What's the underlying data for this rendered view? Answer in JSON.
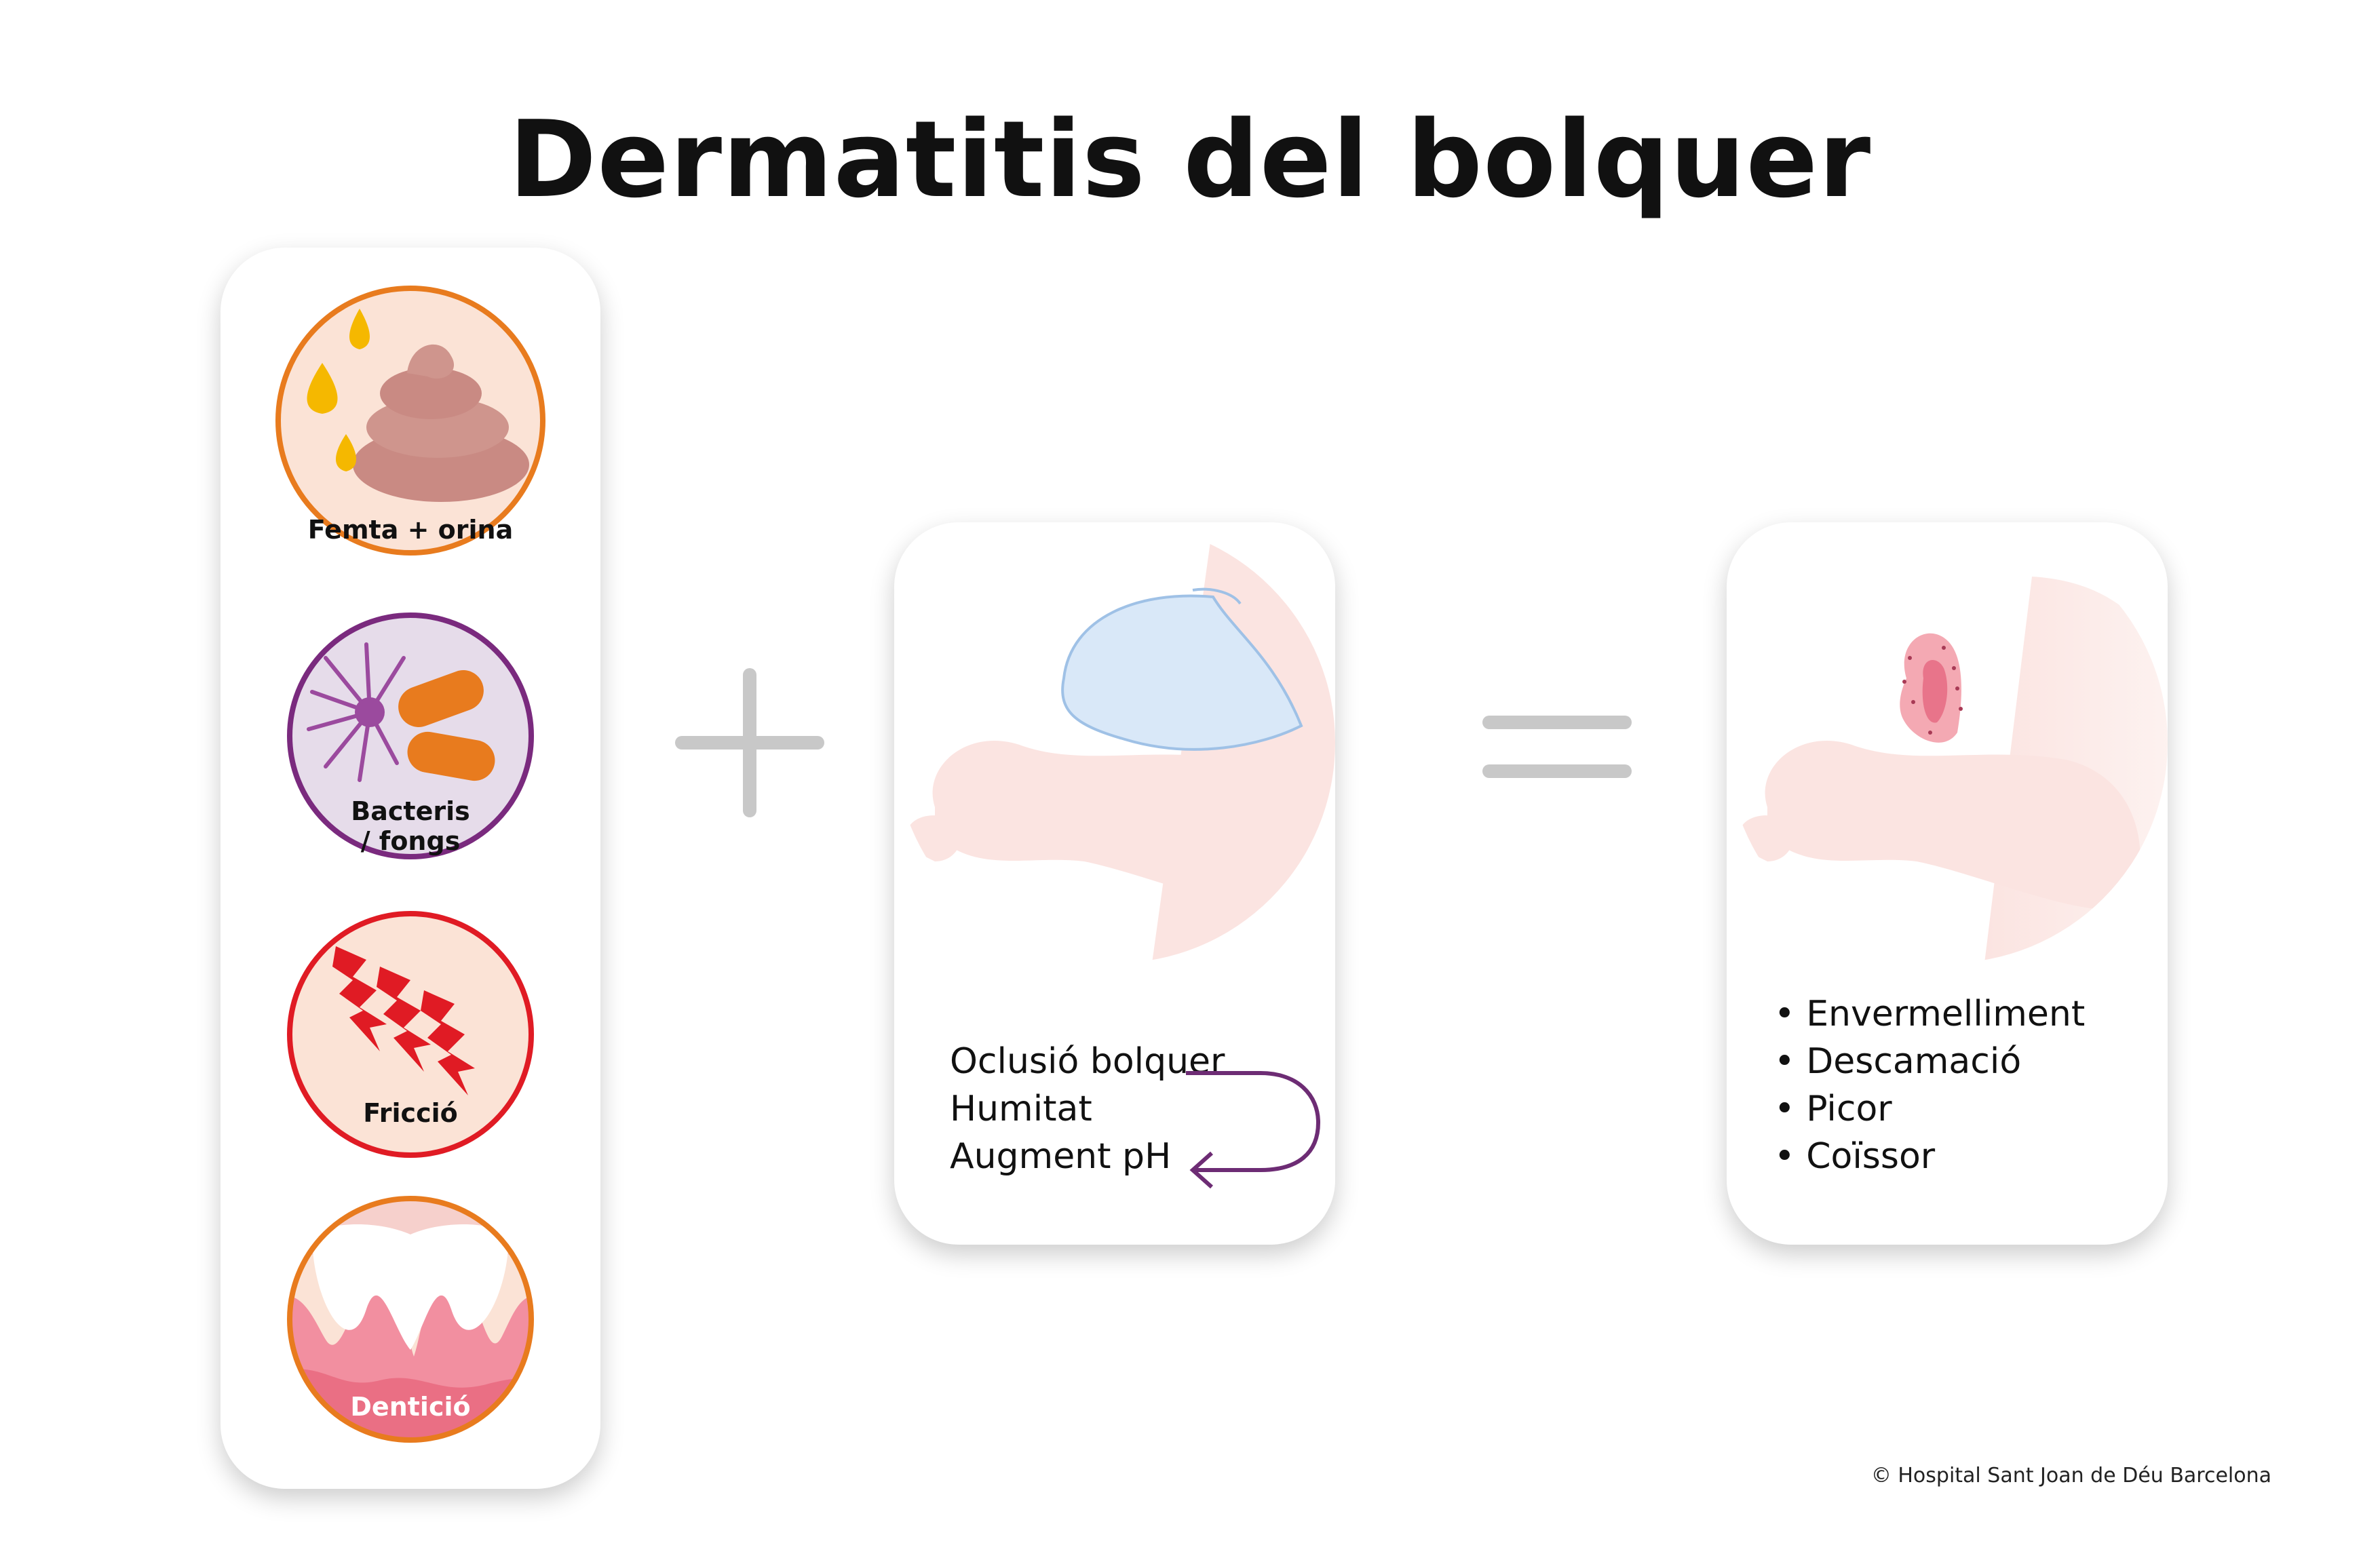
{
  "title": "Dermatitis del bolquer",
  "causes": [
    {
      "label": "Femta + orina",
      "icon": "stool-urine-icon",
      "ring_color": "#e87b1e",
      "fill_color": "#fbe3d6"
    },
    {
      "label": "Bacteris\n/ fongs",
      "icon": "bacteria-fungi-icon",
      "ring_color": "#7a2a7e",
      "fill_color": "#e6dcea"
    },
    {
      "label": "Fricció",
      "icon": "lightning-friction-icon",
      "ring_color": "#e01b24",
      "fill_color": "#fbe3d6"
    },
    {
      "label": "Dentició",
      "icon": "teeth-icon",
      "ring_color": "#e87b1e",
      "fill_color": "#f28fa0"
    }
  ],
  "operators": {
    "plus": "plus-icon",
    "equals": "equals-icon"
  },
  "diaper_factors": [
    "Oclusió bolquer",
    "Humitat",
    "Augment pH"
  ],
  "symptoms": [
    "• Envermelliment",
    "• Descamació",
    "• Picor",
    "• Coïssor"
  ],
  "copyright": "© Hospital Sant Joan de Déu Barcelona",
  "colors": {
    "loop_arrow": "#6d2c74",
    "operator_gray": "#c8c8c8",
    "skin": "#fbe4e1"
  }
}
